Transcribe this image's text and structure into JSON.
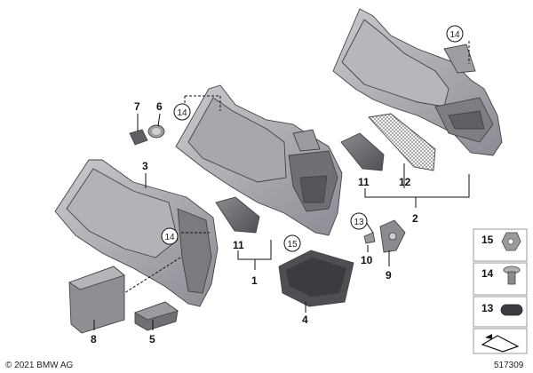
{
  "diagram": {
    "labels": {
      "p1": "1",
      "p2": "2",
      "p3": "3",
      "p4": "4",
      "p5": "5",
      "p6": "6",
      "p7": "7",
      "p8": "8",
      "p9": "9",
      "p10": "10",
      "p11a": "11",
      "p11b": "11",
      "p12": "12",
      "p13": "13",
      "p14a": "14",
      "p14b": "14",
      "p14c": "14",
      "p15": "15"
    },
    "legend": {
      "l15": "15",
      "l14": "14",
      "l13": "13"
    },
    "copyright": "© 2021 BMW AG",
    "diagram_number": "517309"
  }
}
